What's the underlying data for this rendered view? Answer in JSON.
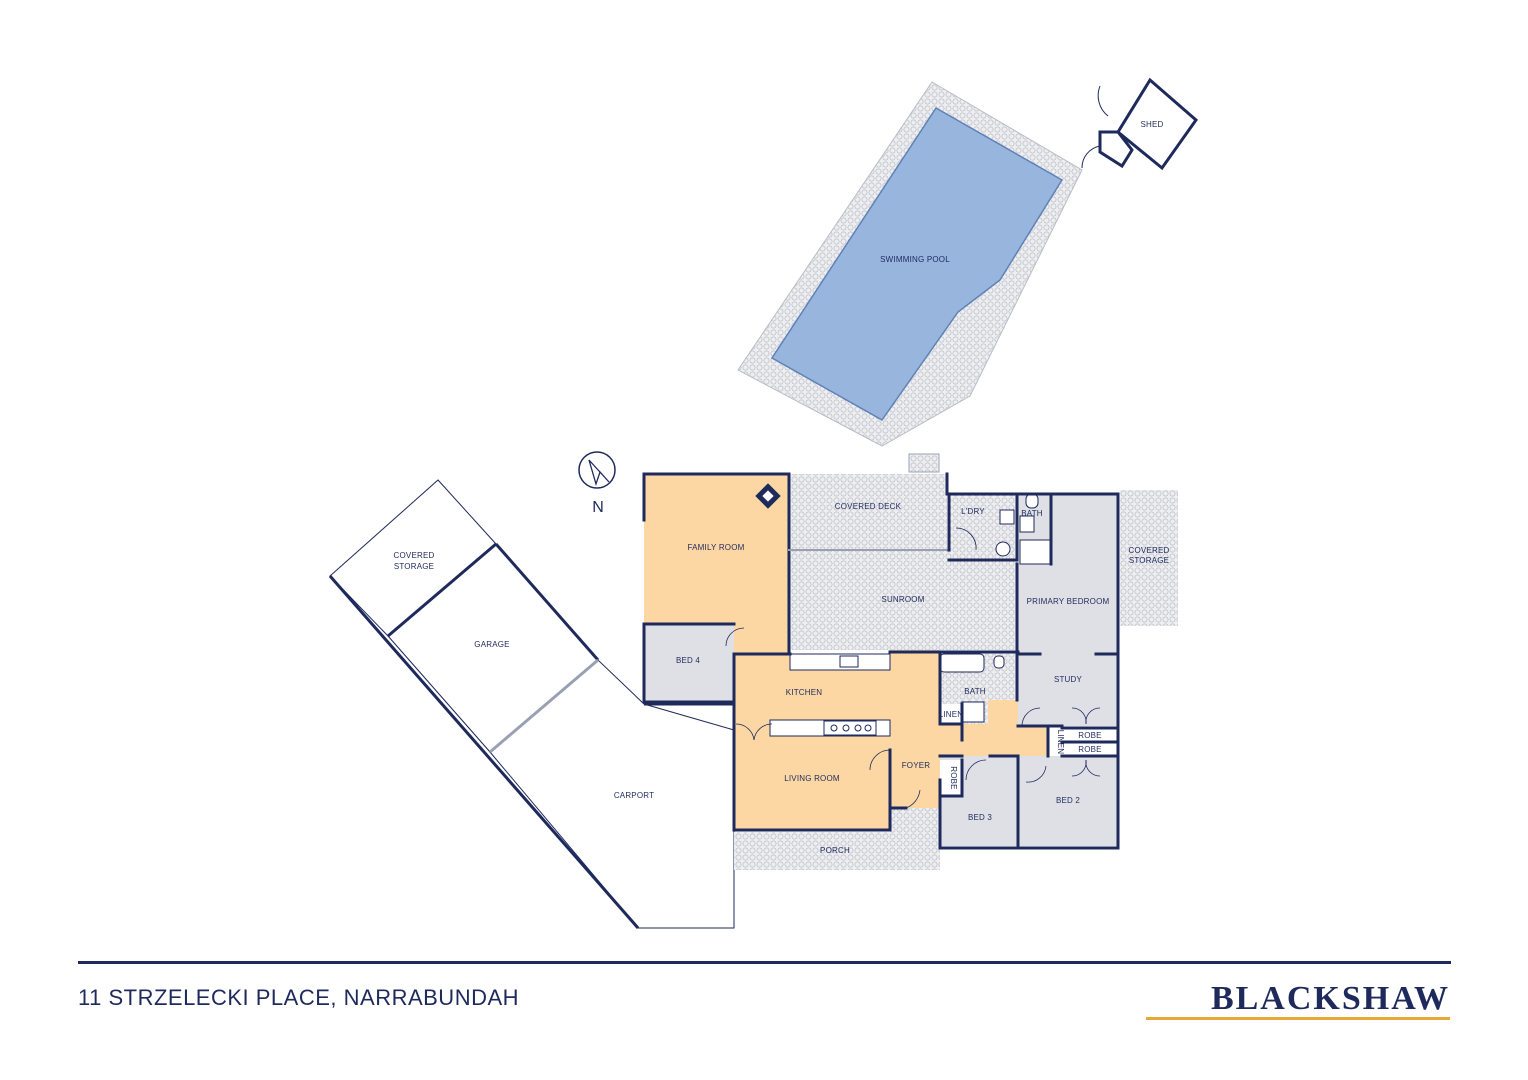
{
  "colors": {
    "wall": "#1f2a5c",
    "living": "#fcd7a4",
    "room_grey": "#dfe0e6",
    "outdoor_paving": "#e9e9ec",
    "pool": "#97b5dd",
    "accent": "#e8a838"
  },
  "rooms": {
    "shed": "SHED",
    "swimming_pool": "SWIMMING POOL",
    "covered_storage_left_1": "COVERED",
    "covered_storage_left_2": "STORAGE",
    "garage": "GARAGE",
    "carport": "CARPORT",
    "family_room": "FAMILY ROOM",
    "bed4": "BED 4",
    "kitchen": "KITCHEN",
    "living_room": "LIVING ROOM",
    "foyer": "FOYER",
    "porch": "PORCH",
    "covered_deck": "COVERED DECK",
    "sunroom": "SUNROOM",
    "laundry": "L'DRY",
    "bath_upper": "BATH",
    "bath_lower": "BATH",
    "linen_1": "LINEN",
    "linen_2": "LINEN",
    "primary_bedroom": "PRIMARY BEDROOM",
    "study": "STUDY",
    "robe_1": "ROBE",
    "robe_2": "ROBE",
    "robe_3": "ROBE",
    "bed3": "BED 3",
    "bed2": "BED 2",
    "covered_storage_right_1": "COVERED",
    "covered_storage_right_2": "STORAGE"
  },
  "compass": {
    "label": "N",
    "icon": "north-arrow-icon"
  },
  "footer": {
    "address": "11 STRZELECKI PLACE, NARRABUNDAH",
    "brand": "BLACKSHAW"
  }
}
